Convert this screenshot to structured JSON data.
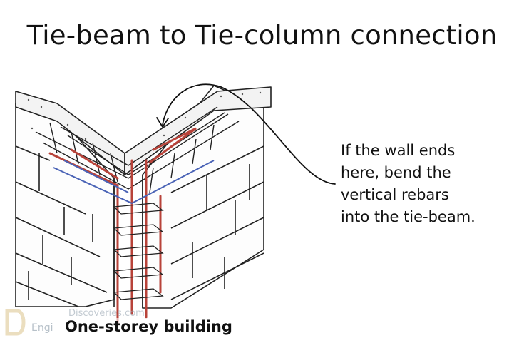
{
  "title": "Tie-beam to Tie-column connection",
  "annotation": {
    "lines": [
      "If the wall ends",
      "here, bend the",
      "vertical rebars",
      "into the tie-beam."
    ]
  },
  "caption": "One-storey building",
  "watermark": {
    "left_text": "Engi",
    "top_text": "Discoveries.com"
  },
  "colors": {
    "rebar_red": "#b8433a",
    "rebar_blue": "#4a63b6",
    "ink": "#111111"
  }
}
